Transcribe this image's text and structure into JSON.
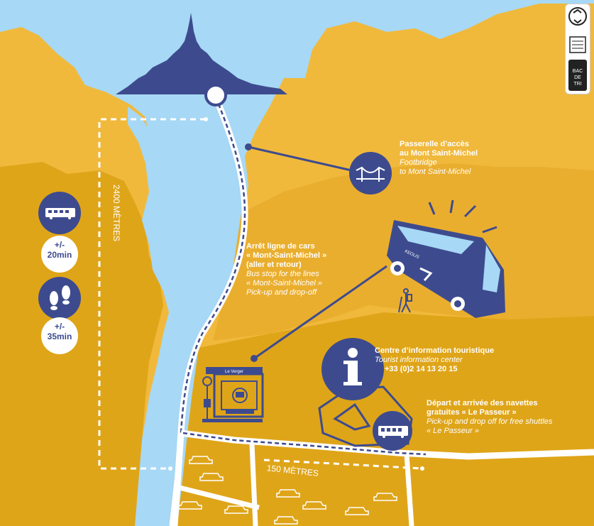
{
  "colors": {
    "sky": "#a7d8f5",
    "land_light": "#f0b93c",
    "land_mid": "#eaae2e",
    "land_dark": "#dfa519",
    "water": "#a7d8f5",
    "navy": "#3d4b8e",
    "white": "#ffffff"
  },
  "footbridge": {
    "title_fr_line1": "Passerelle d’accès",
    "title_fr_line2": "au Mont Saint-Michel",
    "title_en_line1": "Footbridge",
    "title_en_line2": "to Mont Saint-Michel"
  },
  "bus_stop": {
    "title_fr_line1": "Arrêt ligne de cars",
    "title_fr_line2": "« Mont-Saint-Michel »",
    "title_fr_line3": "(aller et retour)",
    "title_en_line1": "Bus stop for the lines",
    "title_en_line2": "« Mont-Saint-Michel »",
    "title_en_line3": "Pick-up and drop-off",
    "shelter_sign": "Le Verger",
    "bus_brand": "KEOLIS"
  },
  "tourist_info": {
    "title_fr": "Centre d’information touristique",
    "title_en": "Tourist information center",
    "phone": "+33 (0)2 14 13 20 15"
  },
  "shuttle": {
    "title_fr_line1": "Départ et arrivée des navettes",
    "title_fr_line2": "gratuites « Le Passeur »",
    "title_en_line1": "Pick-up and drop off for free shuttles",
    "title_en_line2": "« Le Passeur »"
  },
  "distances": {
    "vertical": "2400 MÈTRES",
    "horizontal": "150 MÈTRES"
  },
  "times": {
    "shuttle_prefix": "+/-",
    "shuttle_value": "20min",
    "walk_prefix": "+/-",
    "walk_value": "35min"
  },
  "icons": {
    "bus": "bus-icon",
    "footprints": "footprints-icon",
    "bridge": "bridge-icon",
    "info": "info-icon",
    "recycle": "recycle-icon",
    "bin": "bin-icon"
  },
  "badges": {
    "bin_text_1": "BAC",
    "bin_text_2": "DE",
    "bin_text_3": "TRI"
  }
}
